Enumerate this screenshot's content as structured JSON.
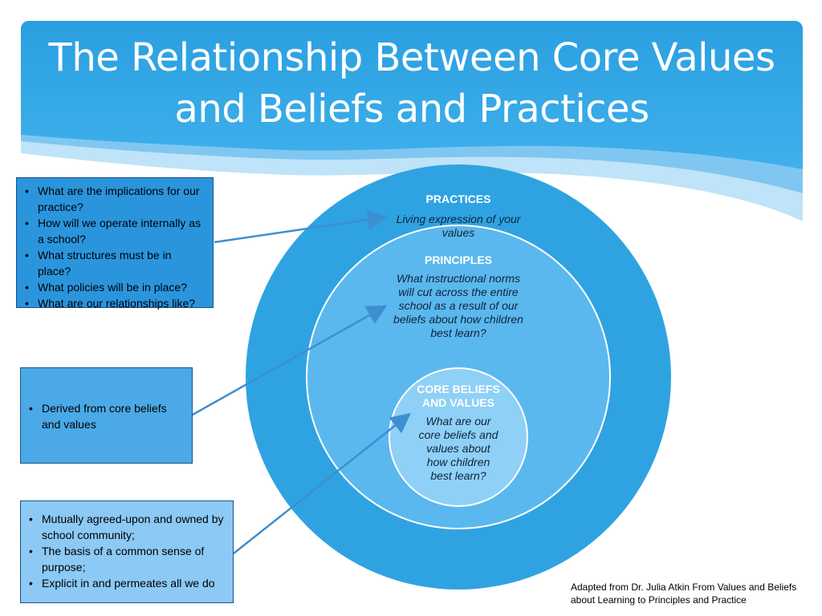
{
  "title": "The Relationship Between Core Values and Beliefs and Practices",
  "rings": {
    "outer": {
      "heading": "PRACTICES",
      "body": "Living expression of your values"
    },
    "middle": {
      "heading": "PRINCIPLES",
      "body": "What instructional norms will cut across the entire school as a result of our beliefs about how children best learn?"
    },
    "inner": {
      "heading": "CORE BELIEFS AND VALUES",
      "body": "What are our core beliefs and values about how children best learn?"
    }
  },
  "boxes": {
    "practices": {
      "items": [
        "What are the implications for our practice?",
        "How will we operate internally as a school?",
        "What structures must be in place?",
        "What policies will be in place?",
        "What are our relationships like?"
      ]
    },
    "principles": {
      "items": [
        "Derived from core beliefs and values"
      ]
    },
    "core": {
      "items": [
        "Mutually agreed-upon and owned by school community;",
        "The basis of a common sense of purpose;",
        "Explicit in and permeates all we do"
      ]
    }
  },
  "credit": "Adapted from Dr. Julia Atkin From Values and Beliefs about Learning to Principles and Practice",
  "colors": {
    "header": "#2a9fe0",
    "outer_ring": "#2fa3e1",
    "middle_ring": "#5ab8ee",
    "inner_ring": "#8fd0f6",
    "box_dark": "#2a95dd",
    "box_mid": "#4aa9e6",
    "box_light": "#8cc9f4"
  }
}
